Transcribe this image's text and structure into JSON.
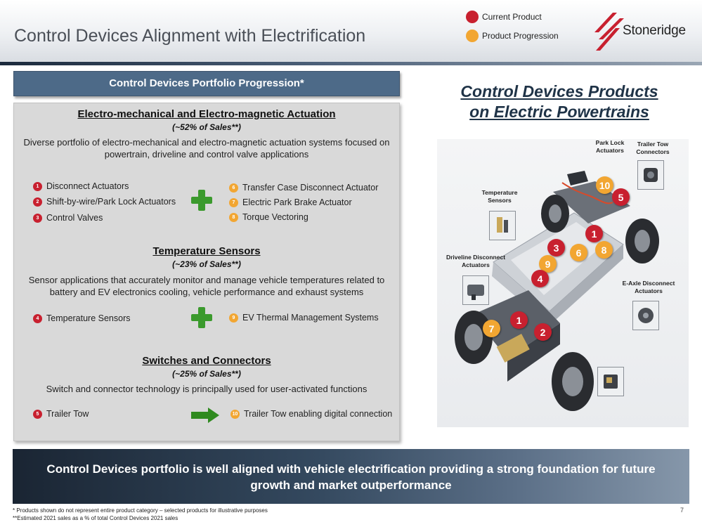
{
  "header": {
    "title": "Control Devices Alignment with Electrification",
    "legend": [
      {
        "label": "Current Product",
        "color": "#c8202f"
      },
      {
        "label": "Product Progression",
        "color": "#f2a632"
      }
    ],
    "logo_text": "Stoneridge"
  },
  "left": {
    "banner": "Control Devices Portfolio Progression*",
    "sections": [
      {
        "heading": "Electro-mechanical and Electro-magnetic Actuation",
        "share": "(~52% of Sales**)",
        "description": "Diverse portfolio of electro-mechanical and electro-magnetic actuation systems focused on powertrain, driveline and control valve applications",
        "current": [
          {
            "n": "1",
            "label": "Disconnect Actuators"
          },
          {
            "n": "2",
            "label": "Shift-by-wire/Park Lock Actuators"
          },
          {
            "n": "3",
            "label": "Control Valves"
          }
        ],
        "progression": [
          {
            "n": "6",
            "label": "Transfer Case Disconnect Actuator"
          },
          {
            "n": "7",
            "label": "Electric Park Brake Actuator"
          },
          {
            "n": "8",
            "label": "Torque Vectoring"
          }
        ]
      },
      {
        "heading": "Temperature Sensors",
        "share": "(~23% of Sales**)",
        "description": "Sensor applications that accurately monitor and manage vehicle temperatures related to battery and EV electronics cooling, vehicle performance and exhaust systems",
        "current": [
          {
            "n": "4",
            "label": "Temperature Sensors"
          }
        ],
        "progression": [
          {
            "n": "9",
            "label": "EV Thermal Management Systems"
          }
        ]
      },
      {
        "heading": "Switches and Connectors",
        "share": "(~25% of Sales**)",
        "description": "Switch and connector technology is principally used for user-activated functions",
        "current": [
          {
            "n": "5",
            "label": "Trailer Tow"
          }
        ],
        "progression": [
          {
            "n": "10",
            "label": "Trailer Tow enabling digital connection"
          }
        ]
      }
    ]
  },
  "right": {
    "title_line1": "Control Devices Products",
    "title_line2": "on Electric Powertrains",
    "captions": {
      "trailer_tow": [
        "Trailer Tow",
        "Connectors"
      ],
      "temperature": [
        "Temperature",
        "Sensors"
      ],
      "driveline": [
        "Driveline Disconnect",
        "Actuators"
      ],
      "eaxle": [
        "E-Axle Disconnect",
        "Actuators"
      ],
      "park_lock": [
        "Park Lock",
        "Actuators"
      ]
    },
    "markers": [
      {
        "n": "10",
        "color": "orange"
      },
      {
        "n": "5",
        "color": "red"
      },
      {
        "n": "1",
        "color": "red"
      },
      {
        "n": "3",
        "color": "red"
      },
      {
        "n": "6",
        "color": "orange"
      },
      {
        "n": "8",
        "color": "orange"
      },
      {
        "n": "9",
        "color": "orange"
      },
      {
        "n": "4",
        "color": "red"
      },
      {
        "n": "1",
        "color": "red"
      },
      {
        "n": "7",
        "color": "orange"
      },
      {
        "n": "2",
        "color": "red"
      }
    ]
  },
  "bottom_banner": "Control Devices portfolio is well aligned with vehicle electrification providing a strong foundation for future growth and market outperformance",
  "footnotes": [
    "* Products shown do not represent entire product category – selected products for illustrative purposes",
    "**Estimated 2021 sales as a % of total Control Devices 2021 sales"
  ],
  "page_number": "7"
}
